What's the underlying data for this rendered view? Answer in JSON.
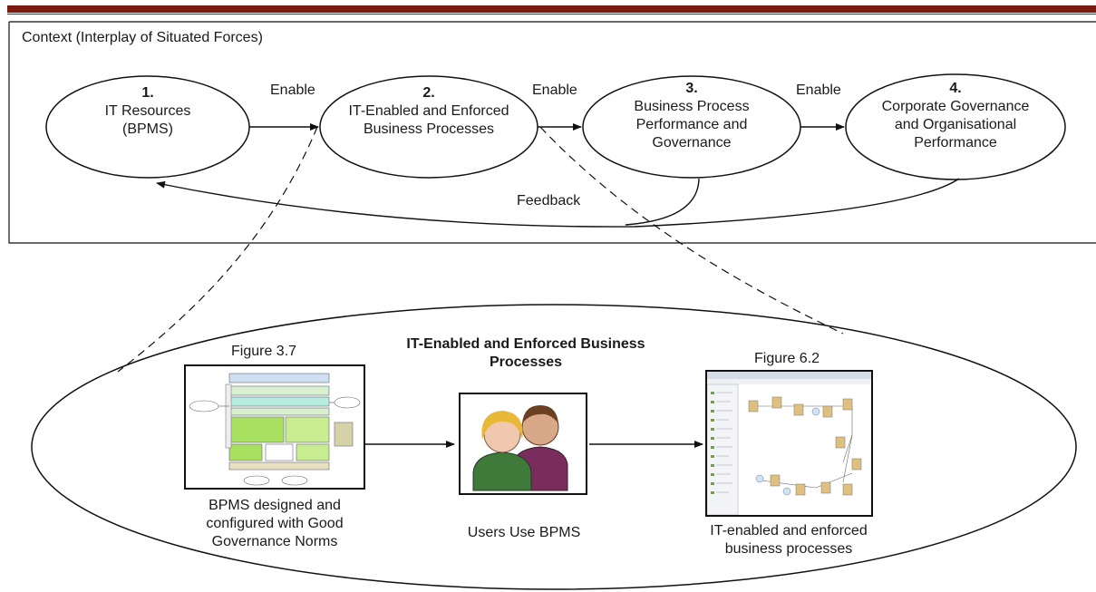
{
  "context_label": "Context (Interplay of Situated Forces)",
  "nodes": [
    {
      "num": "1.",
      "lines": [
        "IT Resources",
        "(BPMS)"
      ]
    },
    {
      "num": "2.",
      "lines": [
        "IT-Enabled and Enforced",
        "Business Processes"
      ]
    },
    {
      "num": "3.",
      "lines": [
        "Business Process",
        "Performance and",
        "Governance"
      ]
    },
    {
      "num": "4.",
      "lines": [
        "Corporate Governance",
        "and Organisational",
        "Performance"
      ]
    }
  ],
  "edge_labels": [
    "Enable",
    "Enable",
    "Enable"
  ],
  "feedback_label": "Feedback",
  "detail": {
    "title_line1": "IT-Enabled and Enforced Business",
    "title_line2": "Processes",
    "fig_left_caption": "Figure 3.7",
    "fig_right_caption": "Figure 6.2",
    "left_text": [
      "BPMS designed and",
      "configured with Good",
      "Governance Norms"
    ],
    "center_text": "Users Use BPMS",
    "right_text": [
      "IT-enabled and enforced",
      "business processes"
    ]
  },
  "colors": {
    "accent_bar": "#7a1a10",
    "stroke": "#111111"
  }
}
